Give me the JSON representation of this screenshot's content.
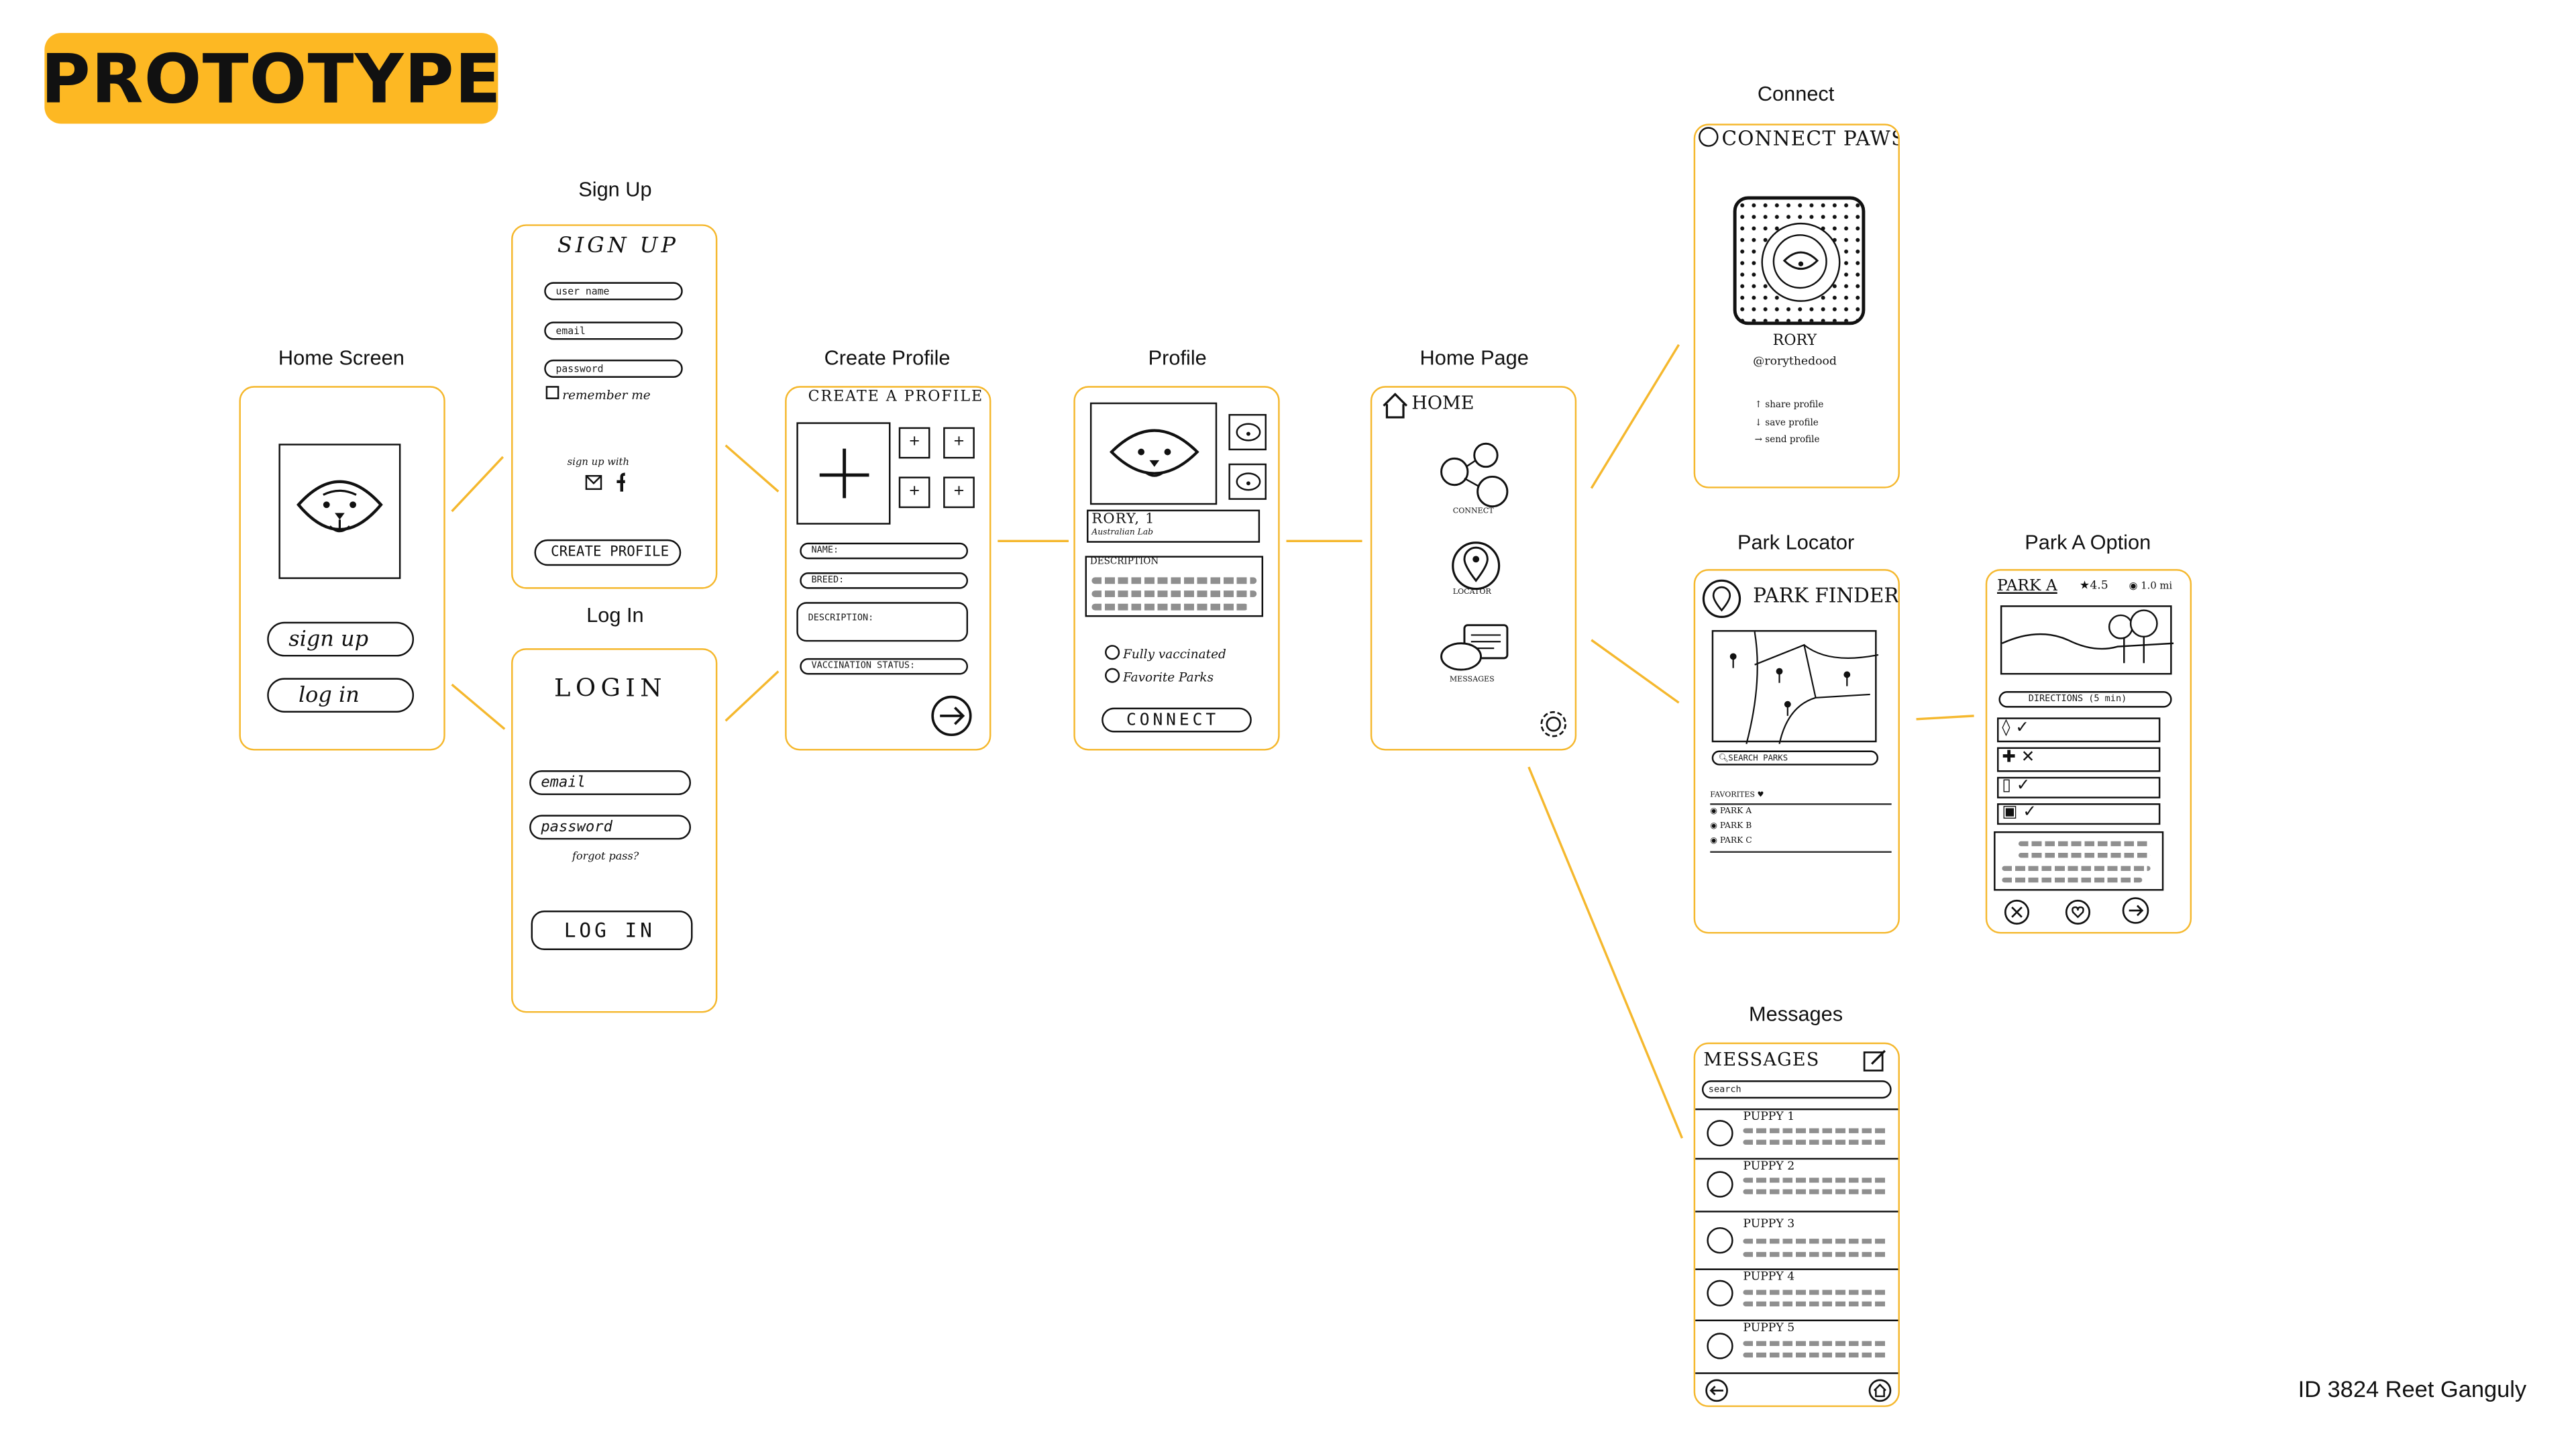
{
  "header": {
    "badge": "PROTOTYPE",
    "credit": "ID 3824 Reet Ganguly"
  },
  "screen_labels": {
    "home_screen": "Home Screen",
    "sign_up": "Sign Up",
    "log_in": "Log In",
    "create_profile": "Create Profile",
    "profile": "Profile",
    "home_page": "Home Page",
    "connect": "Connect",
    "park_locator": "Park Locator",
    "park_a_option": "Park A Option",
    "messages": "Messages"
  },
  "home_screen": {
    "sign_up_button": "sign up",
    "log_in_button": "log in"
  },
  "sign_up": {
    "title": "SIGN UP",
    "fields": [
      "user name",
      "email",
      "password"
    ],
    "remember": "remember me",
    "sign_up_with": "sign up with",
    "button": "CREATE PROFILE"
  },
  "log_in": {
    "title": "LOGIN",
    "fields": [
      "email",
      "password"
    ],
    "forgot": "forgot pass?",
    "button": "LOG IN"
  },
  "create_profile": {
    "title": "CREATE A PROFILE",
    "fields": [
      "NAME:",
      "BREED:",
      "DESCRIPTION:",
      "VACCINATION STATUS:"
    ]
  },
  "profile": {
    "name": "RORY, 1",
    "breed": "Australian Lab",
    "description_label": "DESCRIPTION",
    "checks": [
      "Fully vaccinated",
      "Favorite Parks"
    ],
    "button": "CONNECT"
  },
  "home_page": {
    "title": "HOME",
    "items": [
      "CONNECT",
      "LOCATOR",
      "MESSAGES"
    ]
  },
  "connect": {
    "title": "CONNECT PAWS",
    "name": "RORY",
    "handle": "@rorythedood",
    "actions": [
      "share profile",
      "save profile",
      "send profile"
    ]
  },
  "park_locator": {
    "title": "PARK FINDER",
    "search": "SEARCH PARKS",
    "favorites_label": "FAVORITES",
    "favorites": [
      "PARK A",
      "PARK B",
      "PARK C"
    ]
  },
  "park_a": {
    "title": "PARK A",
    "rating": "4.5",
    "distance": "1.0 mi",
    "directions": "DIRECTIONS (5 min)"
  },
  "messages": {
    "title": "MESSAGES",
    "search": "search",
    "threads": [
      "PUPPY 1",
      "PUPPY 2",
      "PUPPY 3",
      "PUPPY 4",
      "PUPPY 5"
    ]
  },
  "colors": {
    "accent": "#fdb823",
    "frame": "#f5b82e",
    "ink": "#111111"
  }
}
